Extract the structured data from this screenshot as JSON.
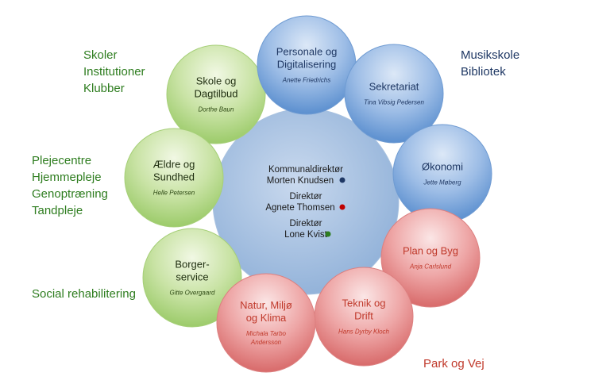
{
  "center": {
    "lines": [
      {
        "role": "Kommunaldirektør",
        "name": "Morten Knudsen",
        "dot_color": "#1f3864"
      },
      {
        "role": "Direktør",
        "name": "Agnete Thomsen",
        "dot_color": "#c00000"
      },
      {
        "role": "Direktør",
        "name": "Lone Kvist",
        "dot_color": "#2e7d1f"
      }
    ]
  },
  "circles": [
    {
      "id": "skole",
      "title": [
        "Skole og",
        "Dagtilbud"
      ],
      "person": [
        "Dorthe Baun"
      ],
      "theme": "green"
    },
    {
      "id": "personale",
      "title": [
        "Personale og",
        "Digitalisering"
      ],
      "person": [
        "Anette Friedrichs"
      ],
      "theme": "blue"
    },
    {
      "id": "sekretariat",
      "title": [
        "Sekretariat"
      ],
      "person": [
        "Tina Vibsig Pedersen"
      ],
      "theme": "blue"
    },
    {
      "id": "aeldre",
      "title": [
        "Ældre og",
        "Sundhed"
      ],
      "person": [
        "Helle Petersen"
      ],
      "theme": "green"
    },
    {
      "id": "okonomi",
      "title": [
        "Økonomi"
      ],
      "person": [
        "Jette Møberg"
      ],
      "theme": "blue"
    },
    {
      "id": "plan",
      "title": [
        "Plan og Byg"
      ],
      "person": [
        "Anja Carlslund"
      ],
      "theme": "red"
    },
    {
      "id": "borger",
      "title": [
        "Borger-",
        "service"
      ],
      "person": [
        "Gitte Overgaard"
      ],
      "theme": "green"
    },
    {
      "id": "teknik",
      "title": [
        "Teknik og",
        "Drift"
      ],
      "person": [
        "Hans Dyrby Kloch"
      ],
      "theme": "red"
    },
    {
      "id": "natur",
      "title": [
        "Natur, Miljø",
        "og Klima"
      ],
      "person": [
        "Michala Tarbo",
        "Andersson"
      ],
      "theme": "red"
    }
  ],
  "side_labels": {
    "skoler": [
      "Skoler",
      "Institutioner",
      "Klubber"
    ],
    "musik": [
      "Musikskole",
      "Bibliotek"
    ],
    "pleje": [
      "Plejecentre",
      "Hjemmepleje",
      "Genoptræning",
      "Tandpleje"
    ],
    "social": [
      "Social rehabilitering"
    ],
    "park": [
      "Park og Vej"
    ]
  },
  "colors": {
    "green_text": "#2e7d1f",
    "blue_text": "#1f3864",
    "red_text": "#c0392b"
  }
}
